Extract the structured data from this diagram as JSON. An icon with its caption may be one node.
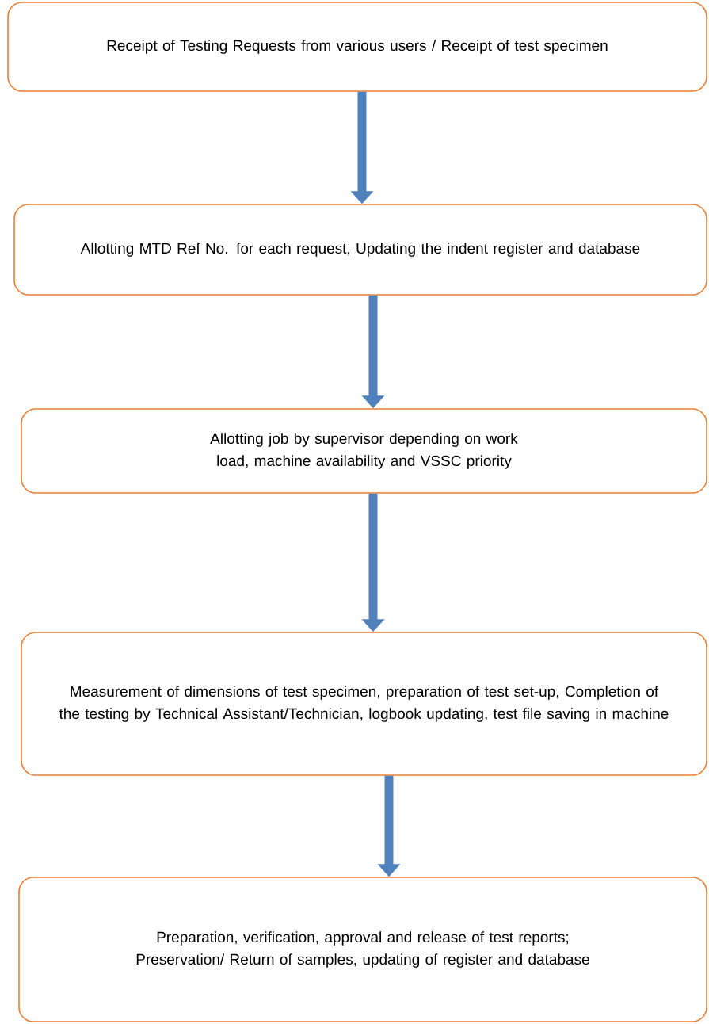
{
  "diagram": {
    "nodes": [
      {
        "text": [
          "Receipt of Testing Requests from various users / Receipt of test specimen"
        ]
      },
      {
        "text": [
          "Allotting MTD Ref No. for each request, Updating the indent register and database"
        ]
      },
      {
        "text": [
          "Allotting job by supervisor depending on work load, machine availability and VSSC priority"
        ]
      },
      {
        "text": [
          "Measurement of dimensions of test specimen, preparation of test set-up, Completion of the testing by Technical Assistant/Technician, logbook updating, test file saving in machine"
        ]
      },
      {
        "text": [
          "Preparation, verification, approval and release of test reports; Preservation/ Return of samples, updating of register and database"
        ]
      }
    ],
    "edges": [
      {
        "from": 0,
        "to": 1,
        "arrow": "to"
      },
      {
        "from": 1,
        "to": 2,
        "arrow": "to"
      },
      {
        "from": 2,
        "to": 3,
        "arrow": "to"
      },
      {
        "from": 3,
        "to": 4,
        "arrow": "to"
      }
    ]
  }
}
